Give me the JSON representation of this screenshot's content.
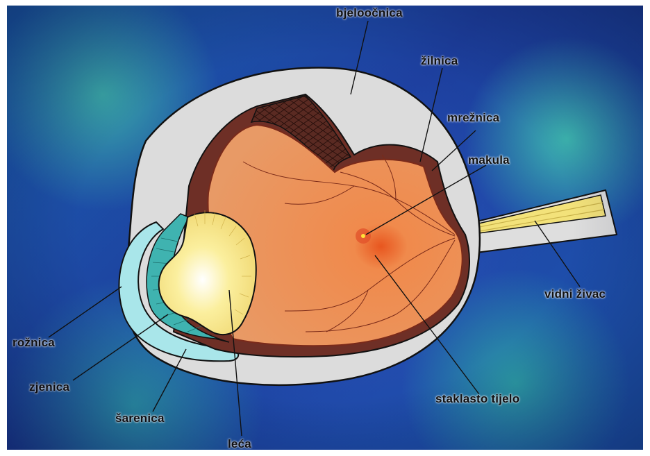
{
  "labels": {
    "sclera": "bjeloočnica",
    "choroid": "žilnica",
    "retina": "mrežnica",
    "macula": "makula",
    "optic_nerve": "vidni živac",
    "vitreous": "staklasto tijelo",
    "cornea": "rožnica",
    "pupil": "zjenica",
    "iris": "šarenica",
    "lens": "leća"
  },
  "colors": {
    "sclera": "#dcdcdc",
    "vitreous": "#e9884a",
    "choroid": "#6e2f26",
    "lens": "#f7e69a",
    "iris": "#3fb3b0",
    "cornea": "#a7e6ea",
    "nerve": "#f1e07a"
  }
}
